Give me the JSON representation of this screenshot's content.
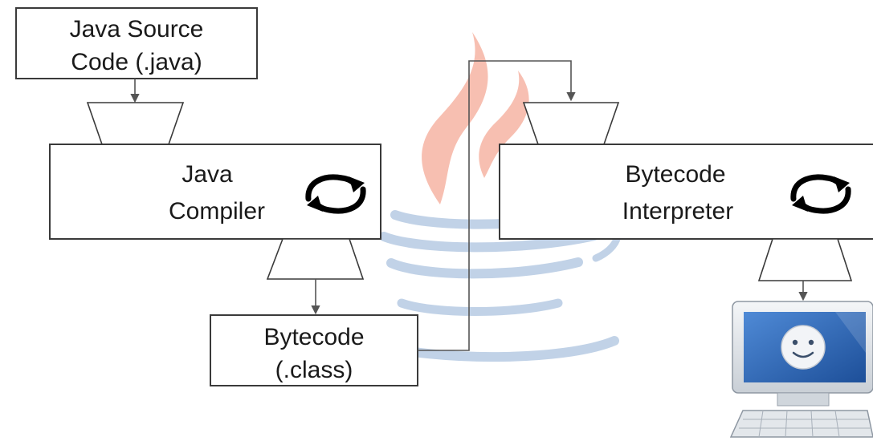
{
  "nodes": {
    "source": {
      "line1": "Java Source",
      "line2": "Code (.java)"
    },
    "compiler": {
      "line1": "Java",
      "line2": "Compiler"
    },
    "bytecode": {
      "line1": "Bytecode",
      "line2": "(.class)"
    },
    "interpreter": {
      "line1": "Bytecode",
      "line2": "Interpreter"
    }
  },
  "icons": {
    "process": "refresh-cycle-icon",
    "computer": "computer-monitor-smiley-icon",
    "background": "java-logo-watermark"
  },
  "colors": {
    "flame": "#f4a08a",
    "cup": "#a9c1de",
    "screen": "#2e69b8",
    "line": "#3a3a3a"
  }
}
